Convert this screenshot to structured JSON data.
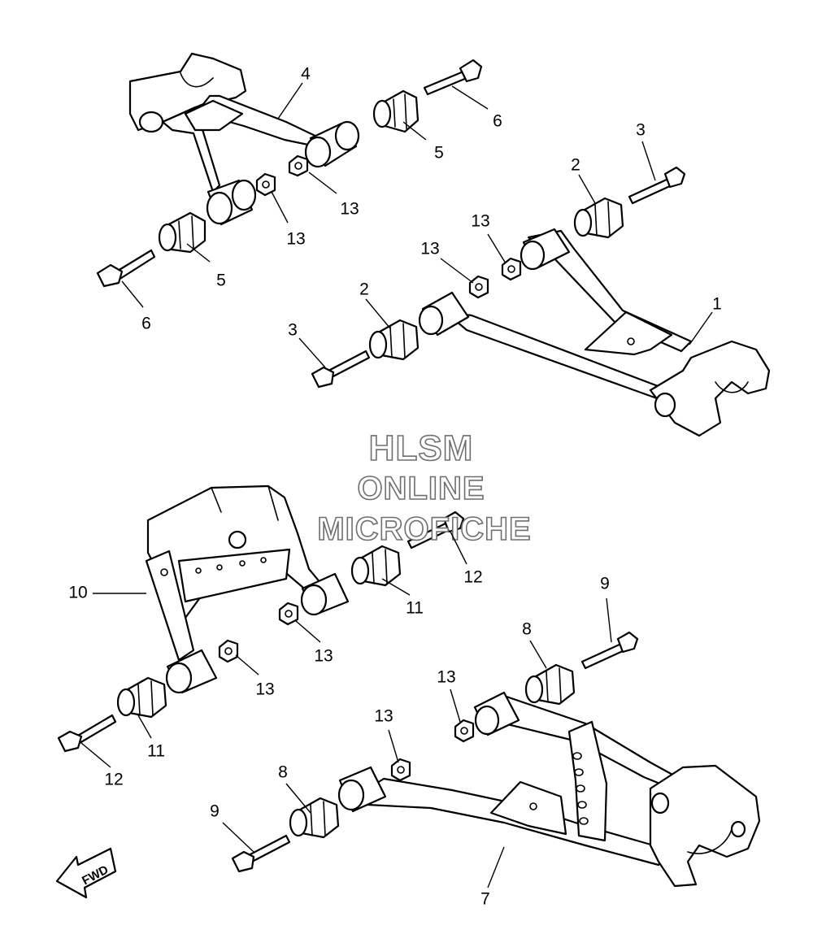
{
  "watermark": {
    "line1": "HLSM",
    "line2": "ONLINE",
    "line3": "MICROFICHE",
    "stroke_color": "#6f6f6f"
  },
  "direction_arrow": {
    "label": "FWD"
  },
  "callouts": {
    "c1": "1",
    "c2a": "2",
    "c2b": "2",
    "c3a": "3",
    "c3b": "3",
    "c4": "4",
    "c5a": "5",
    "c5b": "5",
    "c6a": "6",
    "c6b": "6",
    "c7": "7",
    "c8a": "8",
    "c8b": "8",
    "c9a": "9",
    "c9b": "9",
    "c10": "10",
    "c11a": "11",
    "c11b": "11",
    "c12a": "12",
    "c12b": "12",
    "c13a": "13",
    "c13b": "13",
    "c13c": "13",
    "c13d": "13",
    "c13e": "13",
    "c13f": "13",
    "c13g": "13",
    "c13h": "13"
  }
}
